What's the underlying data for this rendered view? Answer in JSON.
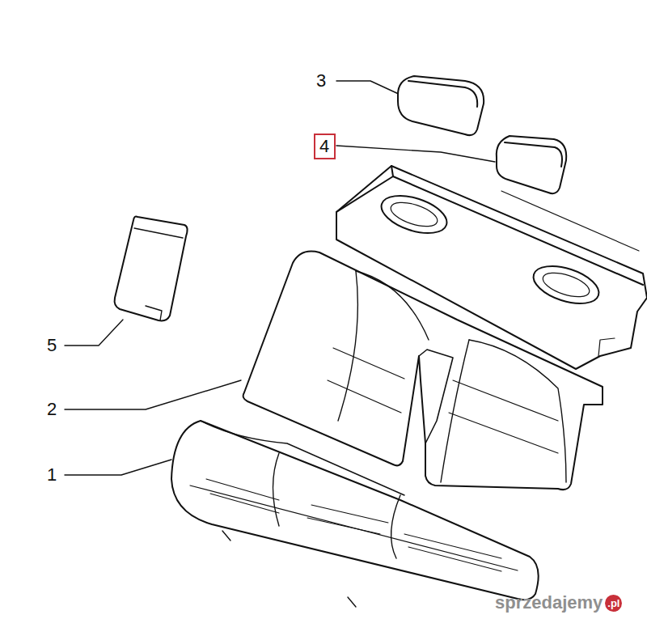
{
  "diagram": {
    "nodes": [
      {
        "text": [
          "4"
        ]
      }
    ],
    "labels": [
      "3",
      "5",
      "2",
      "1",
      "sprzedajemy",
      ".pl"
    ]
  }
}
